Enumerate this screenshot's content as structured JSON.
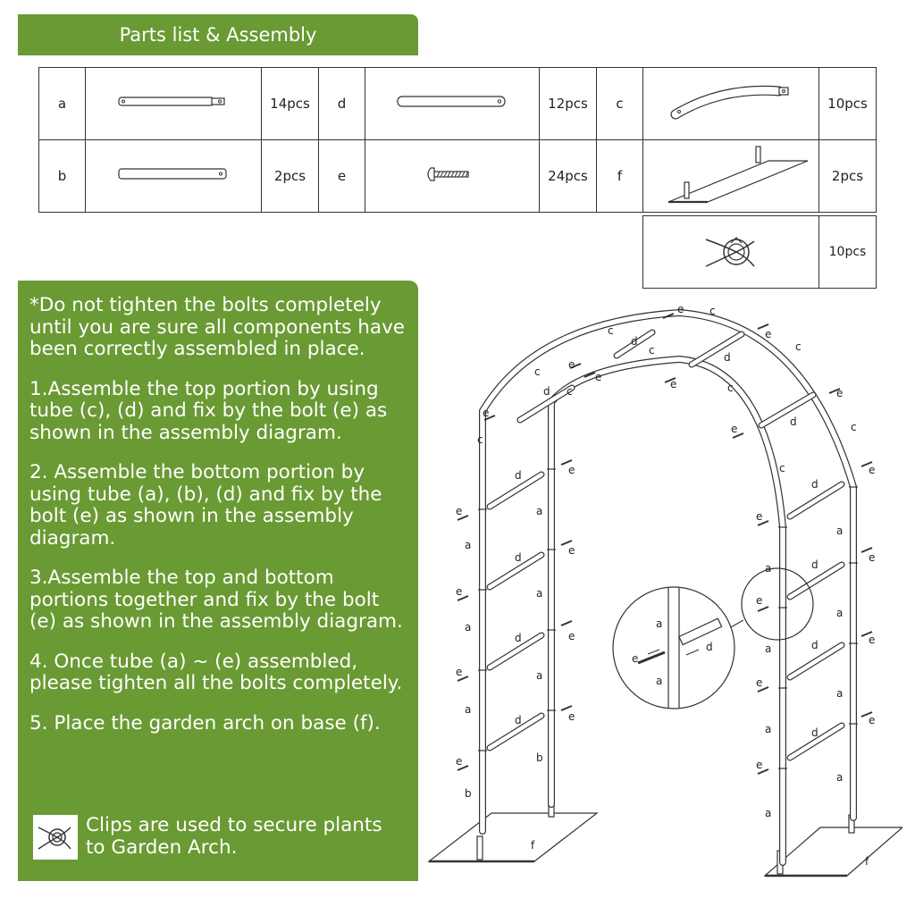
{
  "header": {
    "title": "Parts list & Assembly"
  },
  "parts": [
    {
      "letter": "a",
      "qty": "14pcs",
      "icon": "short-tube-icon"
    },
    {
      "letter": "d",
      "qty": "12pcs",
      "icon": "straight-tube-icon"
    },
    {
      "letter": "c",
      "qty": "10pcs",
      "icon": "curved-tube-icon"
    },
    {
      "letter": "b",
      "qty": "2pcs",
      "icon": "long-tube-icon"
    },
    {
      "letter": "e",
      "qty": "24pcs",
      "icon": "bolt-icon"
    },
    {
      "letter": "f",
      "qty": "2pcs",
      "icon": "base-plate-icon"
    },
    {
      "letter": "",
      "qty": "10pcs",
      "icon": "clip-icon"
    }
  ],
  "instructions": [
    "*Do not tighten the bolts completely until you are sure all components have been correctly assembled in place.",
    "1.Assemble the top portion by using tube (c), (d) and fix by the bolt (e) as shown in the assembly diagram.",
    "2. Assemble the bottom portion by using tube (a), (b), (d) and fix by the bolt (e) as shown in the assembly diagram.",
    "3.Assemble the top and bottom portions together and fix by the bolt (e) as shown in the assembly diagram.",
    "4. Once tube (a) ~ (e) assembled, please tighten all the bolts completely.",
    "5. Place the garden arch on base (f)."
  ],
  "clip_note": "Clips are used to secure plants to Garden Arch.",
  "diagram_labels": {
    "a": "a",
    "b": "b",
    "c": "c",
    "d": "d",
    "e": "e",
    "f": "f"
  },
  "colors": {
    "panel": "#6a9a33",
    "line": "#333333"
  }
}
